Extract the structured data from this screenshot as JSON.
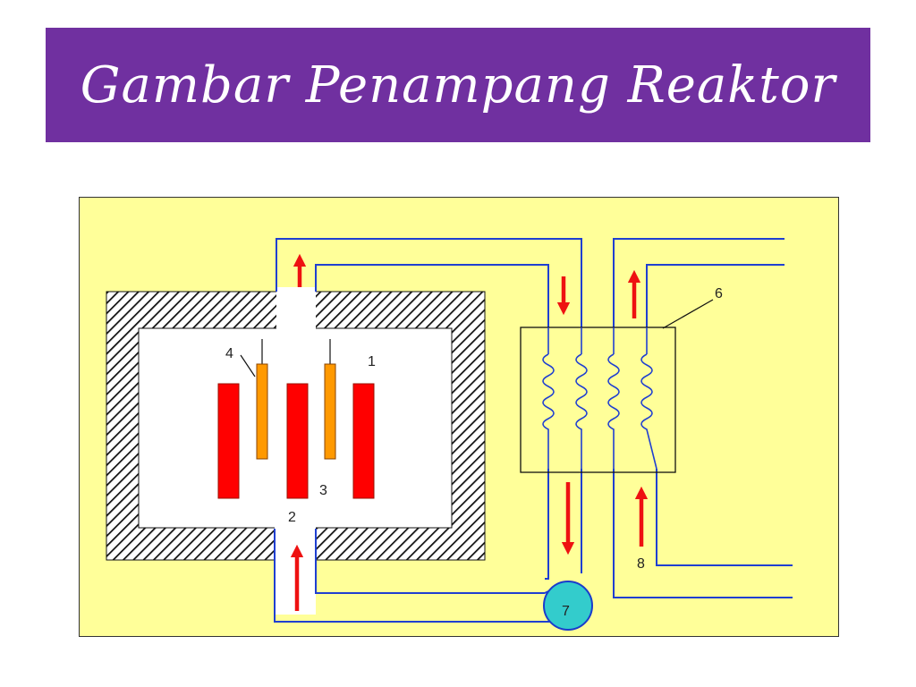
{
  "slide": {
    "title": "Gambar Penampang Reaktor"
  },
  "diagram": {
    "labels": {
      "l1": "1",
      "l2": "2",
      "l3": "3",
      "l4": "4",
      "l6": "6",
      "l7": "7",
      "l8": "8"
    },
    "colors": {
      "title_bg": "#7030a0",
      "panel_bg": "#ffff99",
      "pipe": "#1f3fd1",
      "fuel_rod": "#ff0000",
      "control_rod": "#ff9900",
      "arrow": "#ee1111",
      "pump": "#33cccc"
    }
  }
}
